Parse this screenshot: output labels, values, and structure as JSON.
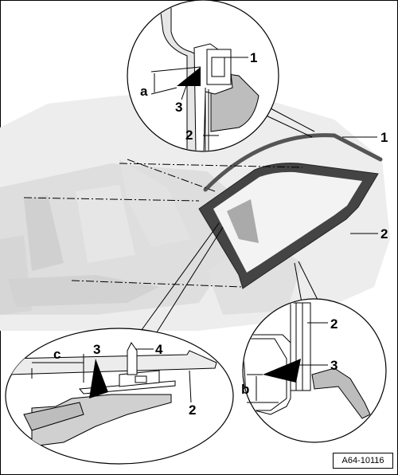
{
  "diagram": {
    "reference_code": "A64-10116",
    "callouts": {
      "top_1": "1",
      "top_a": "a",
      "top_3": "3",
      "top_2": "2",
      "main_1": "1",
      "main_2": "2",
      "left_c": "c",
      "left_3": "3",
      "left_4": "4",
      "left_2": "2",
      "right_2": "2",
      "right_3": "3",
      "right_b": "b"
    },
    "colors": {
      "line": "#000000",
      "car_body": "#ececec",
      "car_shade": "#d4d4d4",
      "glass": "#f2f2f2",
      "seal": "#555555",
      "adhesive": "#000000",
      "gray_part": "#bdbdbd"
    }
  }
}
